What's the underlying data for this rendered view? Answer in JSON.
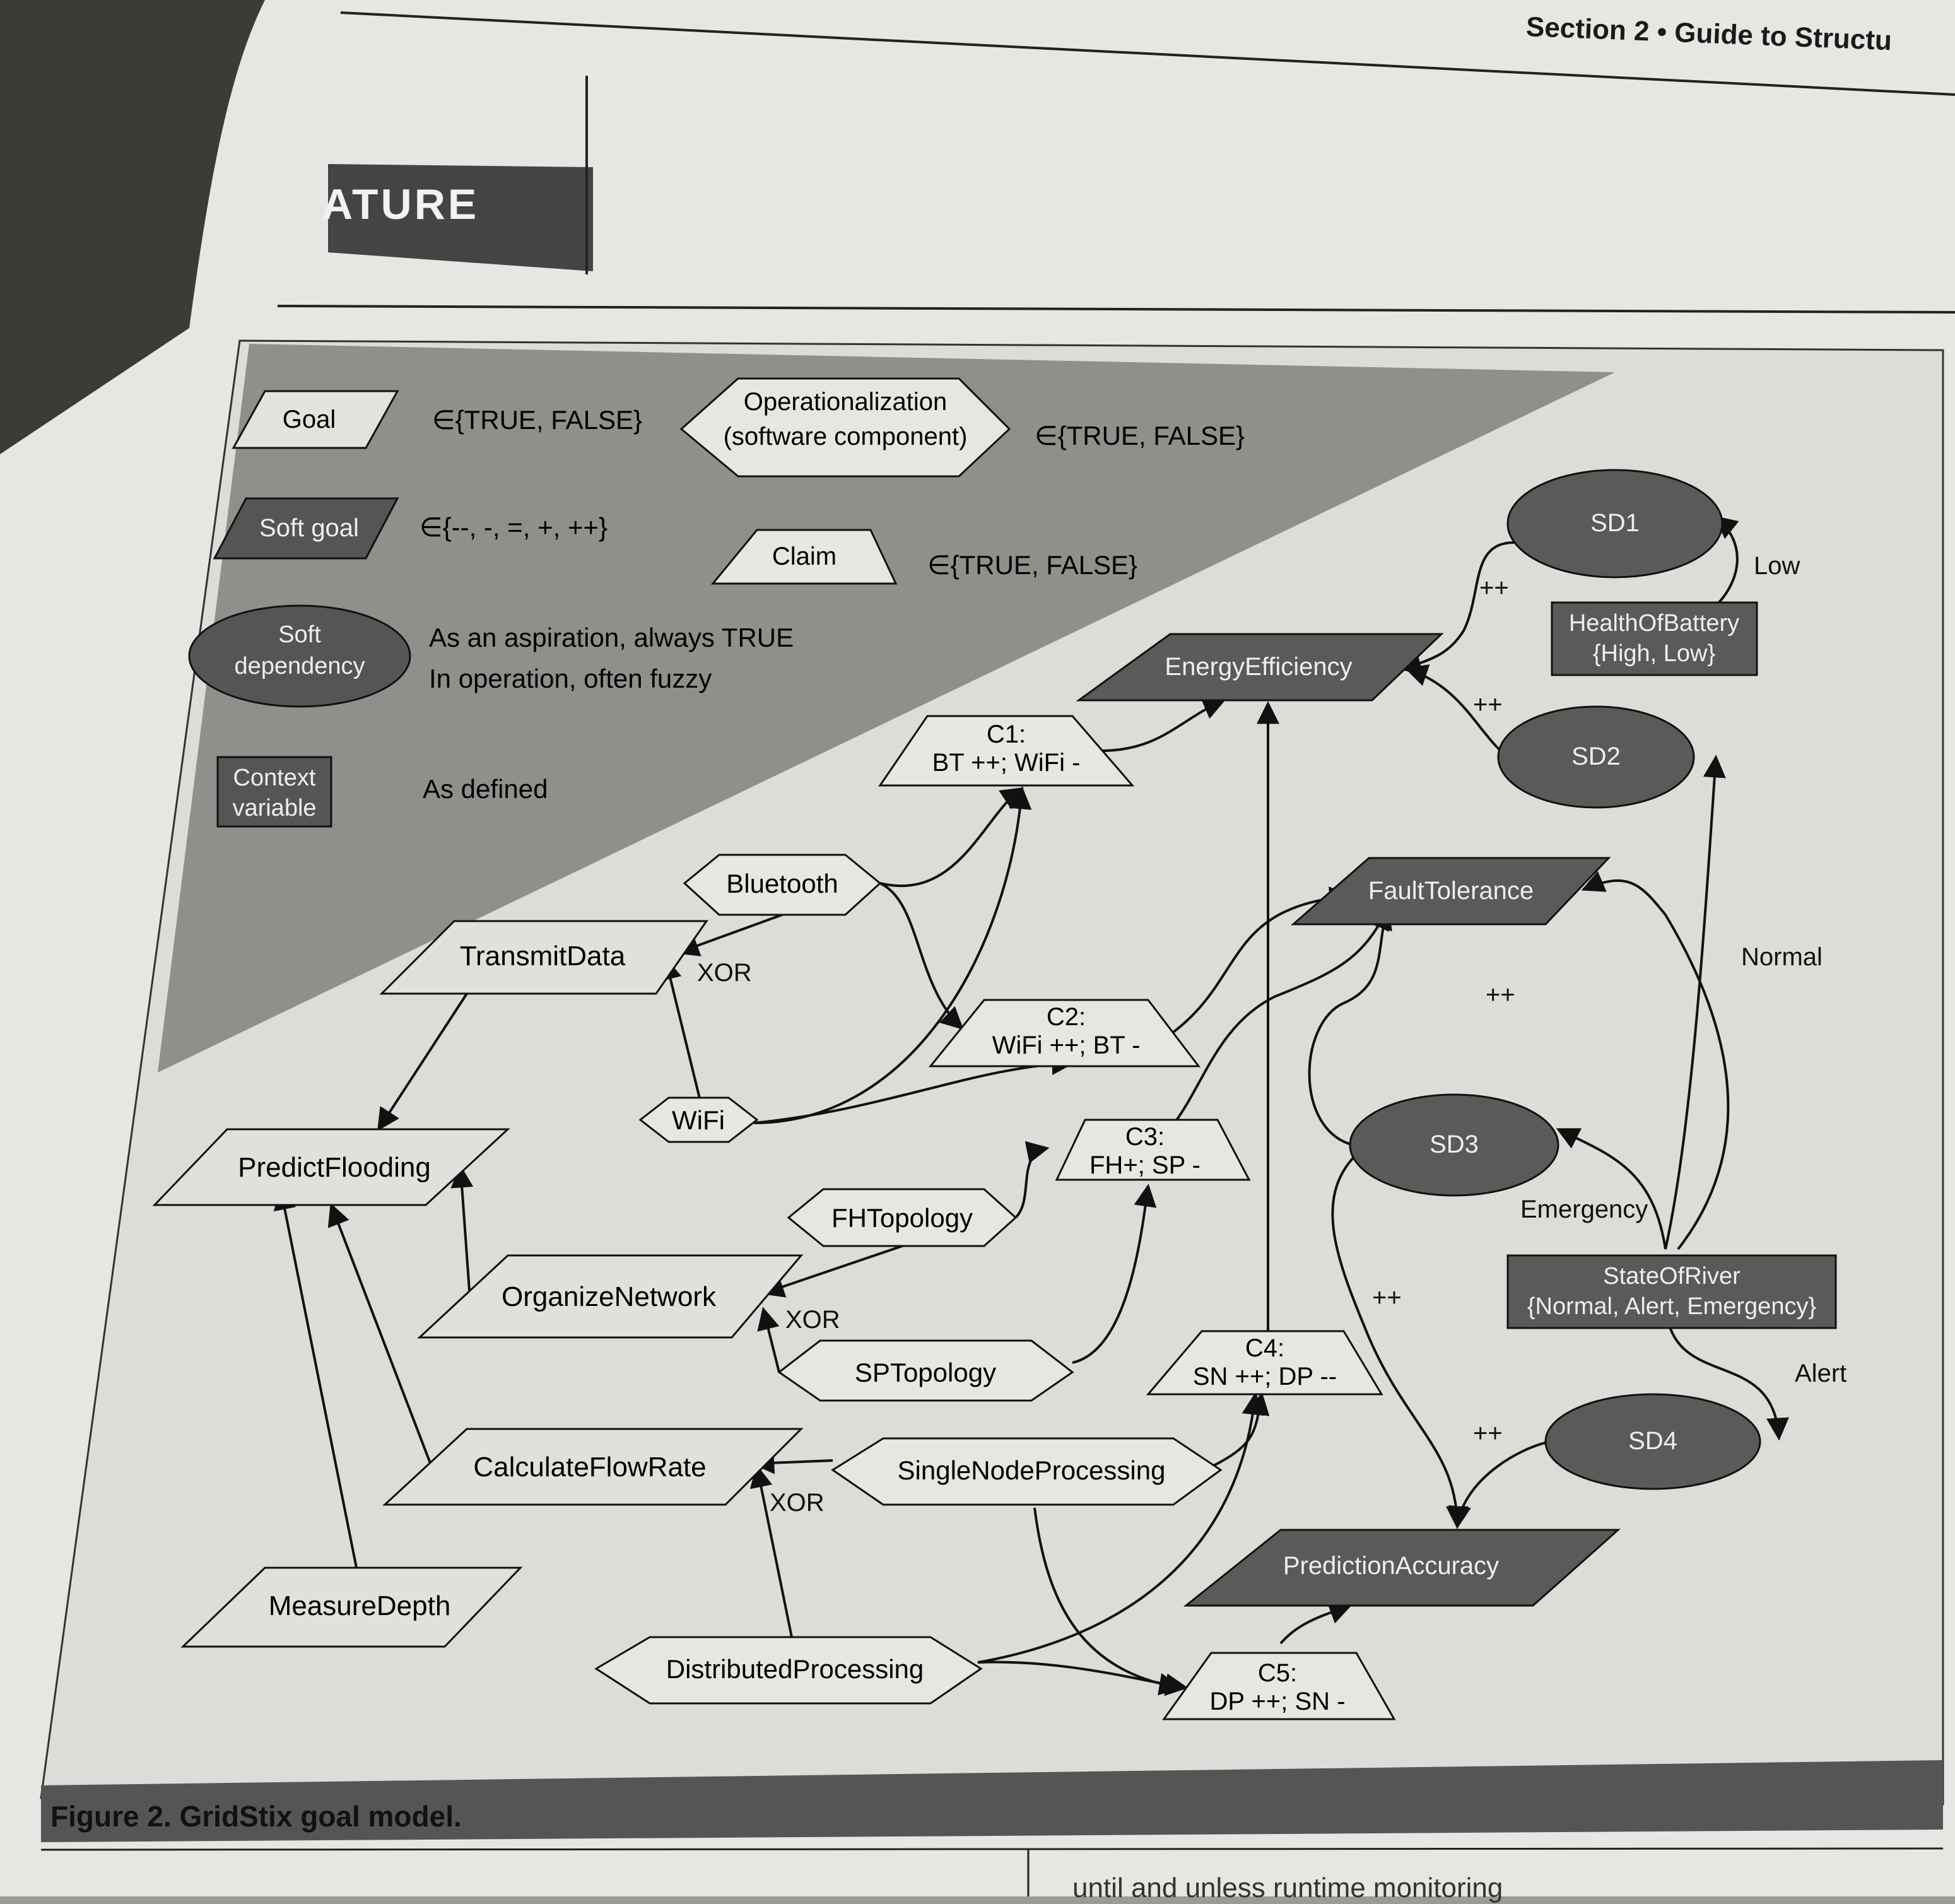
{
  "header": {
    "section": "Section 2 • Guide to Structu",
    "feature": "ATURE"
  },
  "legend": {
    "goal": {
      "shape": "Goal",
      "domain": "∈{TRUE, FALSE}"
    },
    "operationalization": {
      "line1": "Operationalization",
      "line2": "(software component)",
      "domain": "∈{TRUE, FALSE}"
    },
    "soft_goal": {
      "shape": "Soft goal",
      "domain": "∈{--, -, =, +, ++}"
    },
    "claim": {
      "shape": "Claim",
      "domain": "∈{TRUE, FALSE}"
    },
    "soft_dependency": {
      "line1": "Soft",
      "line2": "dependency",
      "desc1": "As an aspiration, always TRUE",
      "desc2": "In operation, often fuzzy"
    },
    "context_variable": {
      "line1": "Context",
      "line2": "variable",
      "desc": "As defined"
    }
  },
  "goals": {
    "transmit_data": "TransmitData",
    "predict_flooding": "PredictFlooding",
    "organize_network": "OrganizeNetwork",
    "calculate_flow_rate": "CalculateFlowRate",
    "measure_depth": "MeasureDepth"
  },
  "operationalizations": {
    "bluetooth": "Bluetooth",
    "wifi": "WiFi",
    "fh_topology": "FHTopology",
    "sp_topology": "SPTopology",
    "single_node_processing": "SingleNodeProcessing",
    "distributed_processing": "DistributedProcessing"
  },
  "soft_goals": {
    "energy_efficiency": "EnergyEfficiency",
    "fault_tolerance": "FaultTolerance",
    "prediction_accuracy": "PredictionAccuracy"
  },
  "claims": {
    "c1": {
      "title": "C1:",
      "body": "BT ++; WiFi -"
    },
    "c2": {
      "title": "C2:",
      "body": "WiFi ++; BT -"
    },
    "c3": {
      "title": "C3:",
      "body": "FH+; SP -"
    },
    "c4": {
      "title": "C4:",
      "body": "SN ++; DP --"
    },
    "c5": {
      "title": "C5:",
      "body": "DP ++; SN -"
    }
  },
  "soft_dependencies": {
    "sd1": "SD1",
    "sd2": "SD2",
    "sd3": "SD3",
    "sd4": "SD4"
  },
  "context_variables": {
    "health_of_battery": {
      "line1": "HealthOfBattery",
      "line2": "{High, Low}"
    },
    "state_of_river": {
      "line1": "StateOfRiver",
      "line2": "{Normal, Alert, Emergency}"
    }
  },
  "edge_labels": {
    "xor_transmit": "XOR",
    "xor_organize": "XOR",
    "xor_calculate": "XOR",
    "plus_sd1": "++",
    "plus_sd2": "++",
    "plus_fault": "++",
    "plus_sd3": "++",
    "plus_sd4": "++",
    "low": "Low",
    "normal": "Normal",
    "emergency": "Emergency",
    "alert": "Alert"
  },
  "caption": "Figure 2. GridStix goal model.",
  "footer": "until and unless runtime monitoring"
}
